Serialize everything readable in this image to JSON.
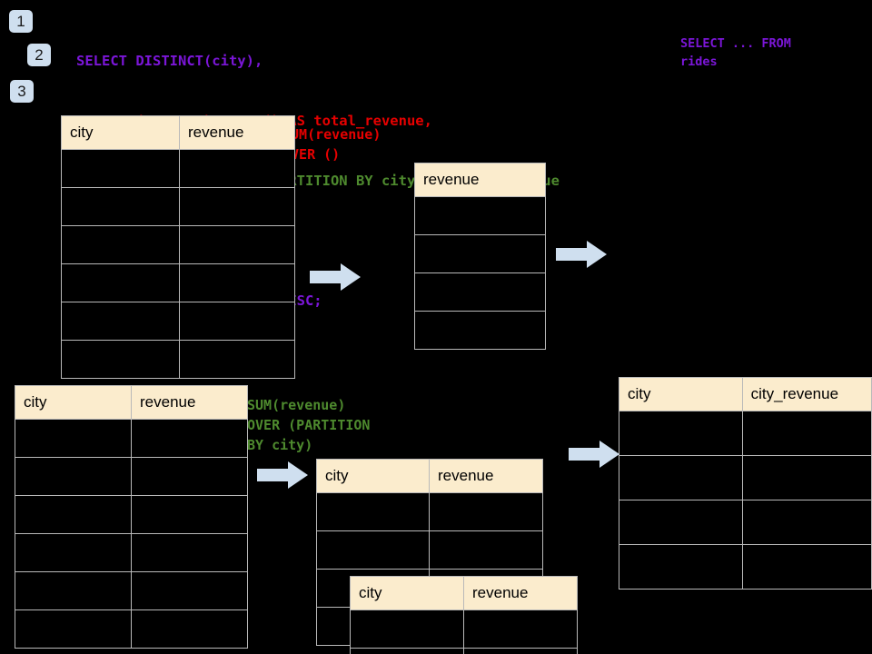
{
  "badges": [
    {
      "label": "1"
    },
    {
      "label": "2"
    },
    {
      "label": "3"
    }
  ],
  "sql": {
    "lines": [
      {
        "text": "SELECT DISTINCT(city),",
        "color": "#7b16d8"
      },
      {
        "text": "    SUM(revenue) OVER () AS total_revenue,",
        "color": "#e60000"
      },
      {
        "text": "    SUM(revenue) OVER (PARTITION BY city) as city_revenue",
        "color": "#4e8a2e"
      },
      {
        "text": "  FROM rides",
        "color": "#7b16d8"
      },
      {
        "text": "  ORDER by city_revenue DESC;",
        "color": "#7b16d8"
      }
    ],
    "note": "SELECT ... FROM\nrides",
    "note_color": "#7b16d8"
  },
  "annotations": {
    "over_empty": "SUM(revenue)\nOVER ()",
    "over_empty_color": "#e60000",
    "over_partition": "SUM(revenue)\nOVER (PARTITION\nBY city)",
    "over_partition_color": "#4e8a2e"
  },
  "tables": {
    "source_top": {
      "headers": [
        "city",
        "revenue"
      ],
      "row_count": 6,
      "rows": []
    },
    "total_revenue": {
      "headers": [
        "revenue"
      ],
      "row_count": 4,
      "rows": []
    },
    "source_bottom": {
      "headers": [
        "city",
        "revenue"
      ],
      "row_count": 6,
      "rows": []
    },
    "partition_a": {
      "headers": [
        "city",
        "revenue"
      ],
      "row_count": 4,
      "rows": []
    },
    "partition_b": {
      "headers": [
        "city",
        "revenue"
      ],
      "row_count": 2,
      "rows": []
    },
    "result": {
      "headers": [
        "city",
        "city_revenue"
      ],
      "row_count": 4,
      "rows": []
    }
  },
  "arrows": {
    "color": "#cfdfef",
    "count": 4
  },
  "colors": {
    "background": "#000000",
    "table_header_fill": "#fbeccd",
    "table_border": "#b9b9b9",
    "badge_fill": "#cfdfef",
    "arrow_fill": "#cfdfef"
  }
}
